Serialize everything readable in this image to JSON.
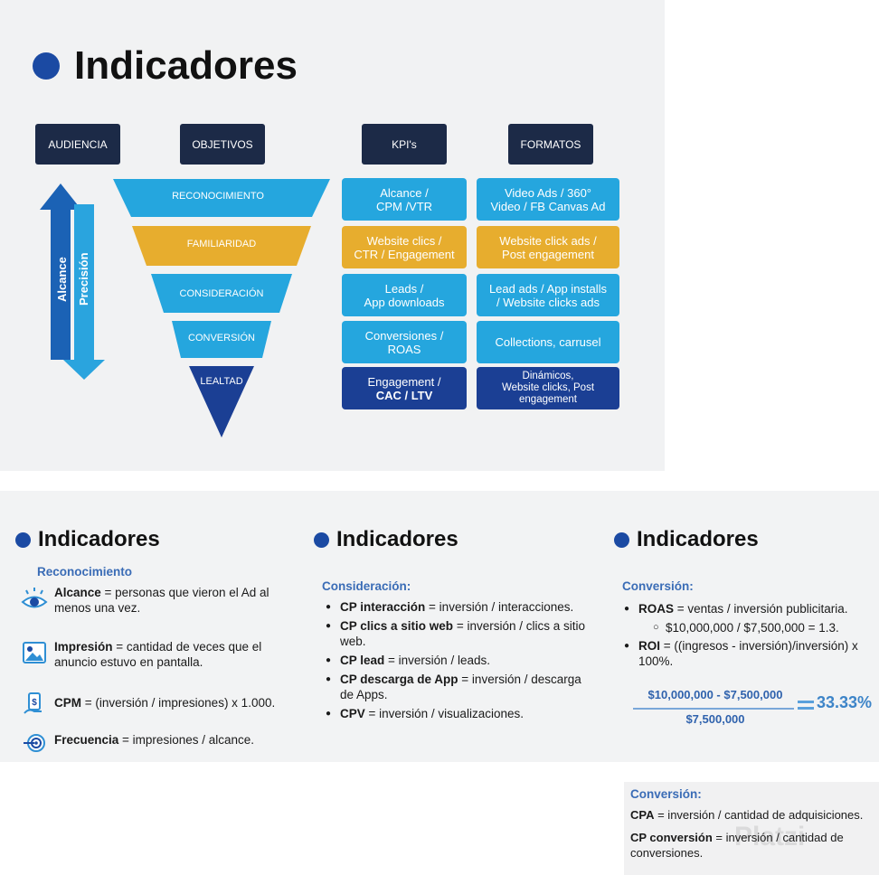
{
  "top_slide": {
    "title": "Indicadores",
    "headers": {
      "audiencia": "AUDIENCIA",
      "objetivos": "OBJETIVOS",
      "kpis": "KPI's",
      "formatos": "FORMATOS"
    },
    "arrows": {
      "alcance": "Alcance",
      "precision": "Precisión"
    },
    "funnel": [
      "RECONOCIMIENTO",
      "FAMILIARIDAD",
      "CONSIDERACIÓN",
      "CONVERSIÓN",
      "LEALTAD"
    ],
    "kpis": [
      {
        "line1": "Alcance /",
        "line2": "CPM /VTR"
      },
      {
        "line1": "Website clics /",
        "line2": "CTR / Engagement"
      },
      {
        "line1": "Leads /",
        "line2": "App downloads"
      },
      {
        "line1": "Conversiones /",
        "line2": "ROAS"
      },
      {
        "line1": "Engagement /",
        "line2": "CAC / LTV"
      }
    ],
    "formatos": [
      {
        "line1": "Video Ads / 360°",
        "line2": "Video / FB Canvas Ad"
      },
      {
        "line1": "Website click ads /",
        "line2": "Post engagement"
      },
      {
        "line1": "Lead ads / App installs",
        "line2": "/ Website clicks ads"
      },
      {
        "line1": "Collections, carrusel"
      },
      {
        "line1": "Dinámicos,",
        "line2": "Website clicks, Post",
        "line3": "engagement"
      }
    ],
    "colors": {
      "blue": "#25a6de",
      "gold": "#e7ad2e",
      "dark": "#1b3f94",
      "header": "#1c2a47"
    }
  },
  "panel_reconocimiento": {
    "title": "Indicadores",
    "subtitle": "Reconocimiento",
    "items": [
      {
        "icon": "eye-icon",
        "term": "Alcance",
        "def": " = personas que vieron el Ad al menos una vez."
      },
      {
        "icon": "image-icon",
        "term": "Impresión",
        "def": " = cantidad de veces que el anuncio estuvo en pantalla."
      },
      {
        "icon": "money-hand-icon",
        "term": "CPM",
        "def": " = (inversión / impresiones) x 1.000."
      },
      {
        "icon": "target-icon",
        "term": "Frecuencia",
        "def": " = impresiones / alcance."
      }
    ]
  },
  "panel_consideracion": {
    "title": "Indicadores",
    "subtitle": "Consideración:",
    "items": [
      {
        "term": "CP interacción",
        "def": " = inversión / interacciones."
      },
      {
        "term": "CP clics a sitio web",
        "def": " = inversión / clics a sitio web."
      },
      {
        "term": "CP lead",
        "def": " = inversión / leads."
      },
      {
        "term": "CP descarga de App",
        "def": " = inversión / descarga de Apps."
      },
      {
        "term": "CPV",
        "def": " = inversión / visualizaciones."
      }
    ]
  },
  "panel_conversion": {
    "title": "Indicadores",
    "subtitle": "Conversión:",
    "roas_term": "ROAS",
    "roas_def": " = ventas / inversión publicitaria.",
    "roas_example": "$10,000,000 / $7,500,000 = 1.3.",
    "roi_term": "ROI",
    "roi_def": " = ((ingresos - inversión)/inversión) x 100%.",
    "formula_numerator": "$10,000,000 - $7,500,000",
    "formula_denominator": "$7,500,000",
    "formula_result": "33.33%"
  },
  "conversion_card": {
    "subtitle": "Conversión:",
    "cpa_term": "CPA",
    "cpa_def": " = inversión / cantidad de adquisiciones.",
    "cpconv_term": "CP conversión",
    "cpconv_def": " = inversión / cantidad de conversiones.",
    "watermark": "Platzi"
  }
}
